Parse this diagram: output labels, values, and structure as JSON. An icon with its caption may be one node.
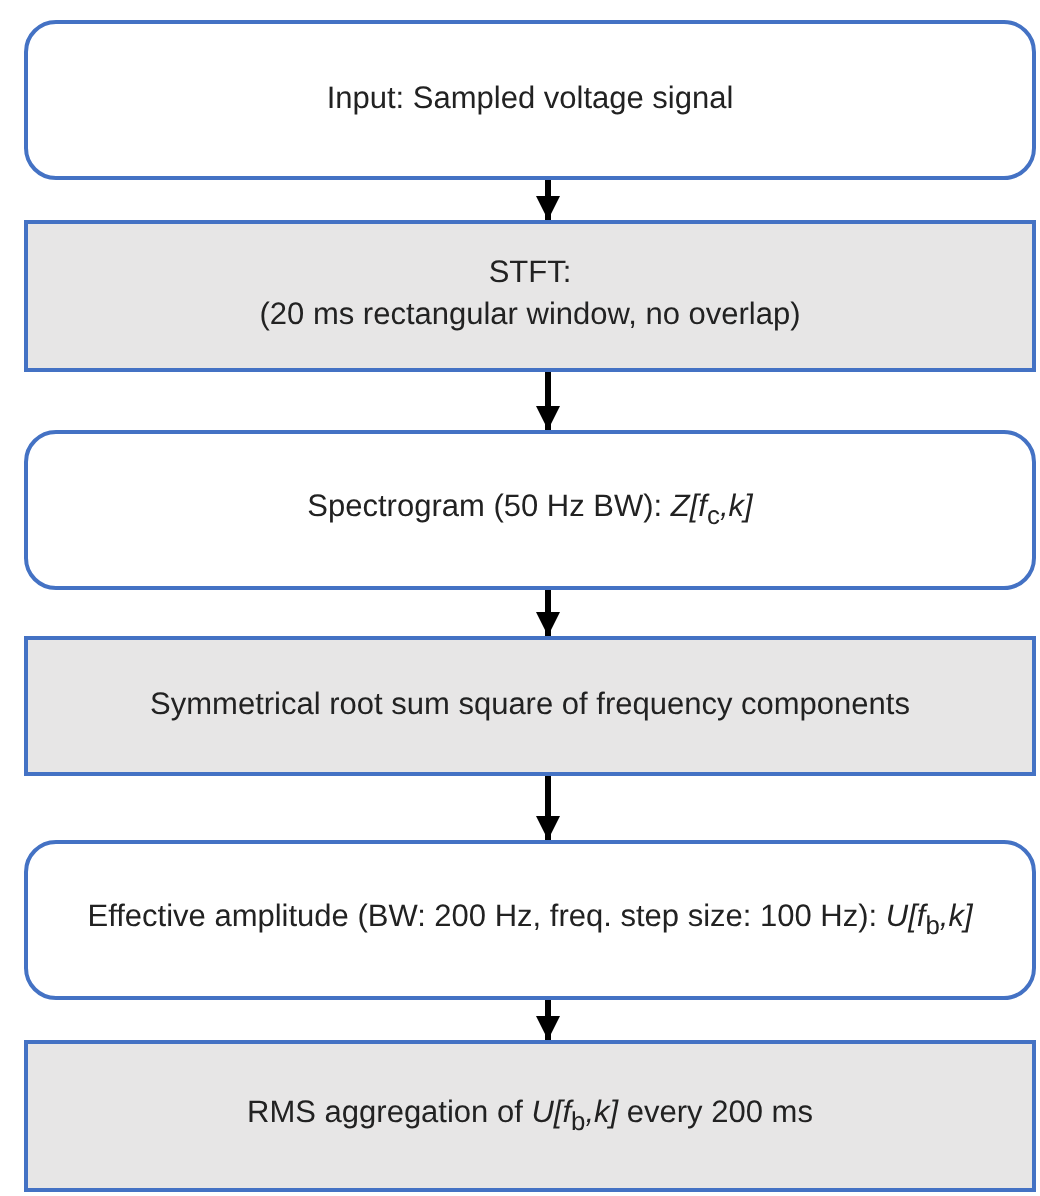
{
  "diagram": {
    "nodes": [
      {
        "text": [
          "Input: Sampled voltage signal"
        ]
      },
      {
        "text": [
          "STFT:",
          "(20 ms rectangular window, no overlap)"
        ]
      },
      {
        "text": [
          "Spectrogram (50 Hz BW): *Z[f*$_{c}$*,k]*"
        ]
      },
      {
        "text": [
          "Symmetrical root sum square of frequency components"
        ]
      },
      {
        "text": [
          "Effective amplitude (BW: 200 Hz, freq. step size: 100 Hz): *U[f*$_{b}$*,k]*"
        ]
      },
      {
        "text": [
          "RMS aggregation of *U[f*$_{b}$*,k]* every 200 ms"
        ]
      }
    ],
    "edges": [
      {
        "from": 0,
        "to": 1,
        "arrow": "to"
      },
      {
        "from": 1,
        "to": 2,
        "arrow": "to"
      },
      {
        "from": 2,
        "to": 3,
        "arrow": "to"
      },
      {
        "from": 3,
        "to": 4,
        "arrow": "to"
      },
      {
        "from": 4,
        "to": 5,
        "arrow": "to"
      }
    ]
  }
}
